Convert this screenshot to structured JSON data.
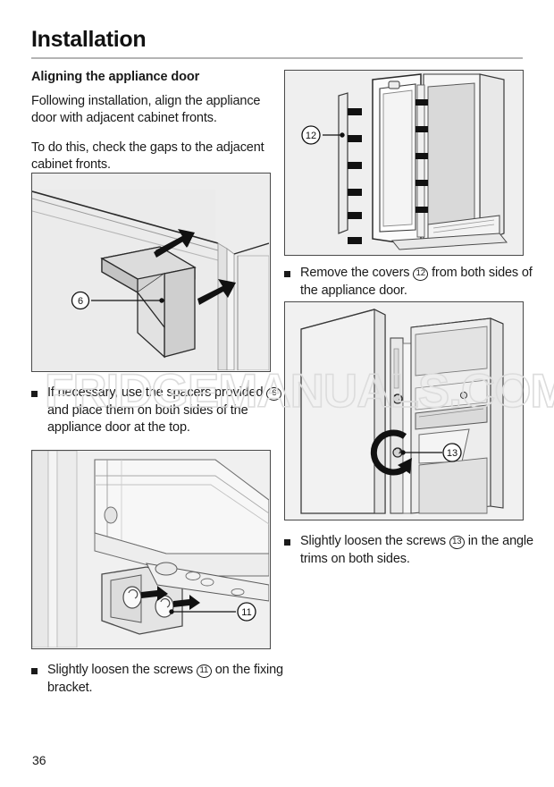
{
  "page": {
    "chapter_title": "Installation",
    "page_number": "36",
    "watermark": "FRIDGEMANUALS.COM"
  },
  "left_column": {
    "section_heading": "Aligning the appliance door",
    "paragraph_1": "Following installation, align the appliance door with adjacent cabinet fronts.",
    "paragraph_2": "To do this, check the gaps to the adjacent cabinet fronts.",
    "bullet_1": {
      "text_before": "If necessary, use the spacers provided",
      "ref": "6",
      "text_after": "and place them on both sides of the appliance door at the top."
    },
    "bullet_2": {
      "text_before": "Slightly loosen the screws",
      "ref": "11",
      "text_after": "on the fixing bracket."
    }
  },
  "right_column": {
    "bullet_1": {
      "text_before": "Remove the covers",
      "ref": "12",
      "text_after": "from both sides of the appliance door."
    },
    "bullet_2": {
      "text_before": "Slightly loosen the screws",
      "ref": "13",
      "text_after": "in the angle trims on both sides."
    }
  },
  "figures": {
    "spacer": {
      "callout": "6",
      "caption_ref": "6"
    },
    "fixing_bracket": {
      "callout": "11"
    },
    "door_covers": {
      "callout": "12"
    },
    "angle_trim": {
      "callout": "13"
    }
  },
  "colors": {
    "figure_border": "#4a4a4a",
    "figure_bg": "#eeeeee",
    "rule": "#b4b4b4",
    "text": "#1a1a1a",
    "watermark": "#dcdcdc"
  }
}
